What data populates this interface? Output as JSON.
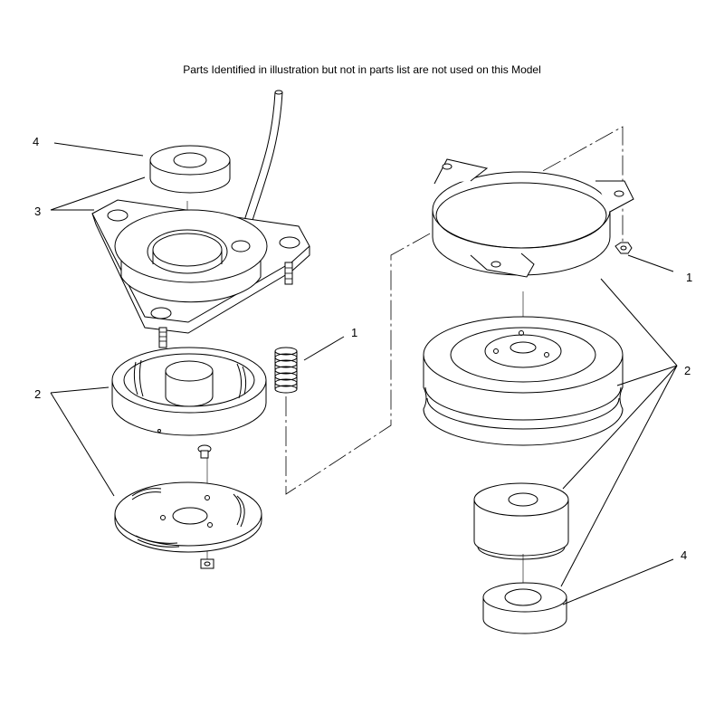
{
  "header": {
    "note": "Parts Identified  in illustration but not in parts list are not used on this Model"
  },
  "callouts": {
    "left_4": "4",
    "left_3": "3",
    "left_1": "1",
    "left_2": "2",
    "right_1": "1",
    "right_2": "2",
    "right_4": "4"
  }
}
